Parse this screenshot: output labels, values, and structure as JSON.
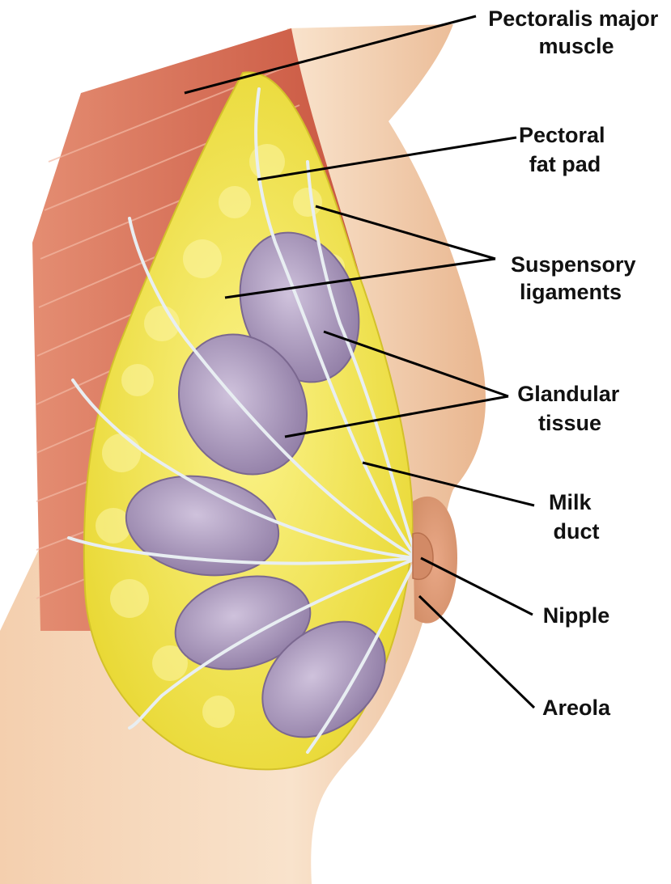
{
  "labels": [
    {
      "id": "pectoralis-major-muscle",
      "lines": [
        "Pectoralis major",
        "muscle"
      ]
    },
    {
      "id": "pectoral-fat-pad",
      "lines": [
        "Pectoral",
        "fat pad"
      ]
    },
    {
      "id": "suspensory-ligaments",
      "lines": [
        "Suspensory",
        "ligaments"
      ]
    },
    {
      "id": "glandular-tissue",
      "lines": [
        "Glandular",
        "tissue"
      ]
    },
    {
      "id": "milk-duct",
      "lines": [
        "Milk",
        "duct"
      ]
    },
    {
      "id": "nipple",
      "lines": [
        "Nipple"
      ]
    },
    {
      "id": "areola",
      "lines": [
        "Areola"
      ]
    }
  ],
  "colors": {
    "skin": "#f6d9bf",
    "skin_shadow": "#e8b98f",
    "muscle": "#d9755e",
    "fat": "#f2e64a",
    "gland": "#a795b5",
    "ligament": "#e8eef2",
    "areola": "#e2a27e",
    "leader": "#000000"
  }
}
